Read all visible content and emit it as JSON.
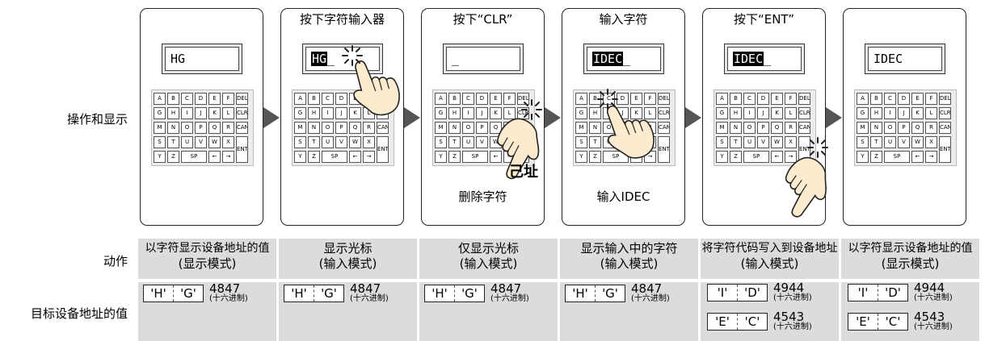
{
  "row_labels": {
    "display": "操作和显示",
    "action": "动作",
    "target": "目标设备地址的值"
  },
  "keys": [
    [
      "A",
      "B",
      "C",
      "D",
      "E",
      "F",
      "DEL"
    ],
    [
      "G",
      "H",
      "I",
      "J",
      "K",
      "L",
      "CLR"
    ],
    [
      "M",
      "N",
      "O",
      "P",
      "Q",
      "R",
      "CAN"
    ],
    [
      "S",
      "T",
      "U",
      "V",
      "W",
      "X"
    ],
    [
      "Y",
      "Z",
      "SP",
      "←",
      "→"
    ]
  ],
  "ent_key": "ENT",
  "hex_note": "(十六进制)",
  "steps": [
    {
      "title": "",
      "lcd_hl": "",
      "lcd_text": "HG",
      "caption": "",
      "action": [
        "以字符显示设备地址的值",
        "(显示模式)"
      ],
      "targets": [
        {
          "a": "'H'",
          "b": "'G'",
          "hex": "4847"
        }
      ]
    },
    {
      "title": "按下字符输入器",
      "lcd_hl": "HG",
      "lcd_text": "_",
      "caption": "",
      "action": [
        "显示光标",
        "(输入模式)"
      ],
      "targets": [
        {
          "a": "'H'",
          "b": "'G'",
          "hex": "4847"
        }
      ]
    },
    {
      "title": "按下“CLR”",
      "lcd_hl": "",
      "lcd_text": "_",
      "caption": "删除字符",
      "action": [
        "仅显示光标",
        "(输入模式)"
      ],
      "targets": [
        {
          "a": "'H'",
          "b": "'G'",
          "hex": "4847"
        }
      ]
    },
    {
      "title": "输入字符",
      "lcd_hl": "IDEC",
      "lcd_text": "_",
      "caption": "输入IDEC",
      "action": [
        "显示输入中的字符",
        "(输入模式)"
      ],
      "targets": [
        {
          "a": "'H'",
          "b": "'G'",
          "hex": "4847"
        }
      ]
    },
    {
      "title": "按下“ENT”",
      "lcd_hl": "IDEC",
      "lcd_text": "_",
      "caption": "",
      "action": [
        "将字符代码写入到设备地址",
        "(输入模式)"
      ],
      "targets": [
        {
          "a": "'I'",
          "b": "'D'",
          "hex": "4944"
        },
        {
          "a": "'E'",
          "b": "'C'",
          "hex": "4543"
        }
      ]
    },
    {
      "title": "",
      "lcd_hl": "",
      "lcd_text": "IDEC",
      "caption": "",
      "action": [
        "以字符显示设备地址的值",
        "(显示模式)"
      ],
      "targets": [
        {
          "a": "'I'",
          "b": "'D'",
          "hex": "4944"
        },
        {
          "a": "'E'",
          "b": "'C'",
          "hex": "4543"
        }
      ]
    }
  ],
  "artifact_text": "己址"
}
